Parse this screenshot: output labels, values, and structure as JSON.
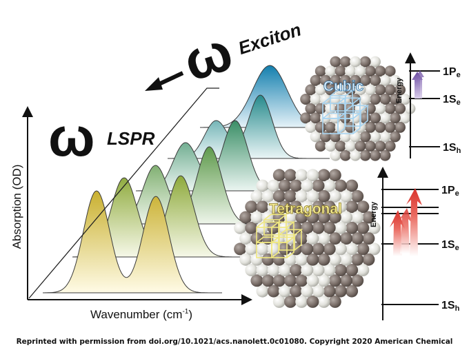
{
  "axes": {
    "y_label": "Absorption (OD)",
    "x_label_main": "Wavenumber (cm",
    "x_label_sup": "-1",
    "x_label_tail": ")"
  },
  "frequency_labels": {
    "omega_symbol": "ω",
    "lspr": "LSPR",
    "exciton": "Exciton",
    "arrow_direction": "exciton-to-lspr"
  },
  "nanocrystals": [
    {
      "label": "Cubic"
    },
    {
      "label": "Tetragonal"
    }
  ],
  "energy_diagrams": [
    {
      "axis_label": "Energy",
      "levels": [
        {
          "main": "1P",
          "sub": "e"
        },
        {
          "main": "1S",
          "sub": "e"
        },
        {
          "main": "1S",
          "sub": "h"
        }
      ],
      "arrow_color": "#7c5cb0"
    },
    {
      "axis_label": "Energy",
      "levels": [
        {
          "main": "1P",
          "sub": "e"
        },
        {
          "main": "1S",
          "sub": "e"
        },
        {
          "main": "1S",
          "sub": "h"
        }
      ],
      "arrow_color": "#e0403c"
    }
  ],
  "spectra_colors": [
    "#d8c04a",
    "#a8b848",
    "#6ea860",
    "#3e9a7a",
    "#248e9a",
    "#1c86b0"
  ],
  "credit": "Reprinted with permission from doi.org/10.1021/acs.nanolett.0c01080. Copyright 2020 American Chemical"
}
